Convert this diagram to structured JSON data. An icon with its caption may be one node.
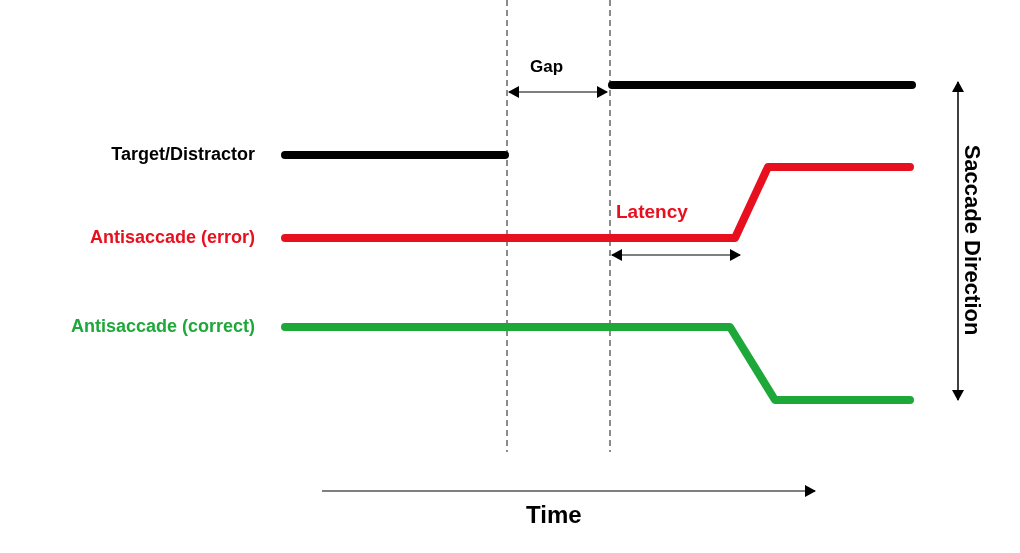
{
  "diagram": {
    "labels": [
      "Gap",
      "Target/Distractor",
      "Latency",
      "Antisaccade (error)",
      "Antisaccade (correct)",
      "Saccade Direction",
      "Time"
    ]
  }
}
